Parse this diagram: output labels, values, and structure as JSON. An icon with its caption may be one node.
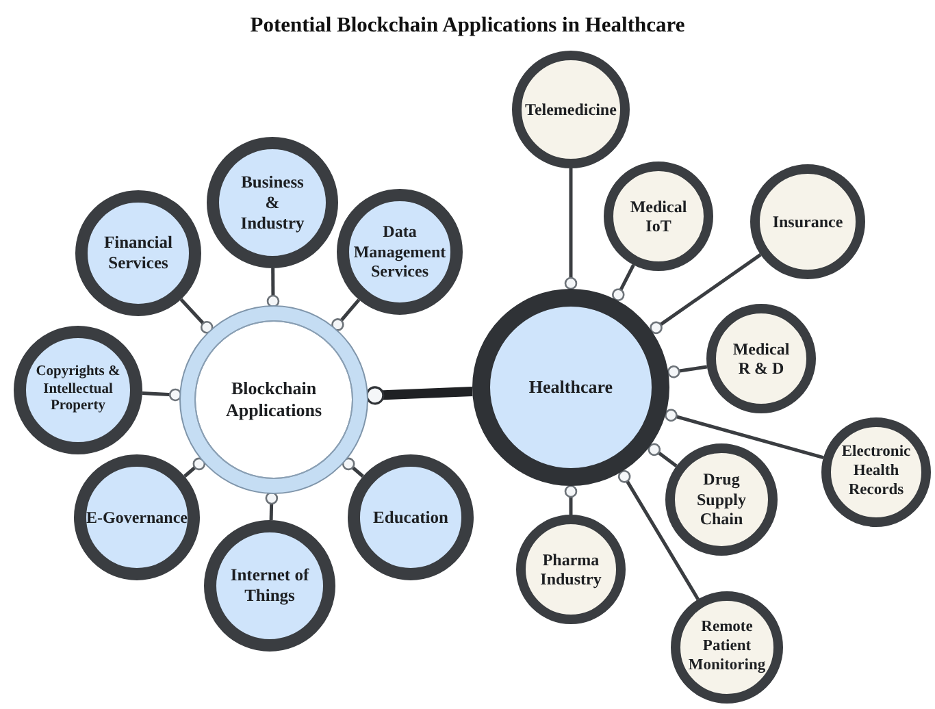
{
  "diagram": {
    "title": "Potential Blockchain Applications in Healthcare",
    "nodes": [
      {
        "text": [
          "Blockchain Applications"
        ]
      },
      {
        "text": [
          "Business & Industry"
        ]
      },
      {
        "text": [
          "Financial Services"
        ]
      },
      {
        "text": [
          "Data Management Services"
        ]
      },
      {
        "text": [
          "Copyrights & Intellectual Property"
        ]
      },
      {
        "text": [
          "E-Governance"
        ]
      },
      {
        "text": [
          "Internet of Things"
        ]
      },
      {
        "text": [
          "Education"
        ]
      },
      {
        "text": [
          "Healthcare"
        ]
      },
      {
        "text": [
          "Telemedicine"
        ]
      },
      {
        "text": [
          "Medical IoT"
        ]
      },
      {
        "text": [
          "Insurance"
        ]
      },
      {
        "text": [
          "Medical R & D"
        ]
      },
      {
        "text": [
          "Electronic Health Records"
        ]
      },
      {
        "text": [
          "Drug Supply Chain"
        ]
      },
      {
        "text": [
          "Pharma Industry"
        ]
      },
      {
        "text": [
          "Remote Patient Monitoring"
        ]
      }
    ],
    "edges": [
      {
        "from": 0,
        "to": 1,
        "arrow": "other"
      },
      {
        "from": 0,
        "to": 2,
        "arrow": "other"
      },
      {
        "from": 0,
        "to": 3,
        "arrow": "other"
      },
      {
        "from": 0,
        "to": 4,
        "arrow": "other"
      },
      {
        "from": 0,
        "to": 5,
        "arrow": "other"
      },
      {
        "from": 0,
        "to": 6,
        "arrow": "other"
      },
      {
        "from": 0,
        "to": 7,
        "arrow": "other"
      },
      {
        "from": 0,
        "to": 8,
        "arrow": "other",
        "style": "thick"
      },
      {
        "from": 8,
        "to": 9,
        "arrow": "other"
      },
      {
        "from": 8,
        "to": 10,
        "arrow": "other"
      },
      {
        "from": 8,
        "to": 11,
        "arrow": "other"
      },
      {
        "from": 8,
        "to": 12,
        "arrow": "other"
      },
      {
        "from": 8,
        "to": 13,
        "arrow": "other"
      },
      {
        "from": 8,
        "to": 14,
        "arrow": "other"
      },
      {
        "from": 8,
        "to": 15,
        "arrow": "other"
      },
      {
        "from": 8,
        "to": 16,
        "arrow": "other"
      }
    ]
  }
}
